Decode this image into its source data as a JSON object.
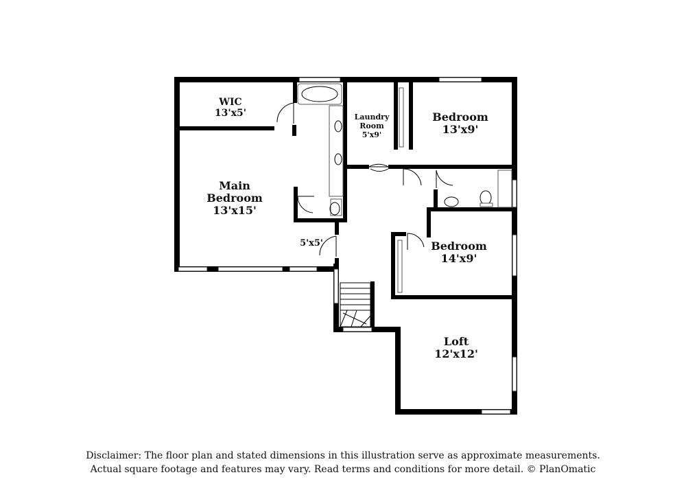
{
  "rooms": {
    "wic": {
      "name": "WIC",
      "dims": "13'x5'"
    },
    "laundry": {
      "name_line1": "Laundry",
      "name_line2": "Room",
      "dims": "5'x9'"
    },
    "bedroom_top": {
      "name": "Bedroom",
      "dims": "13'x9'"
    },
    "main_bedroom": {
      "name_line1": "Main",
      "name_line2": "Bedroom",
      "dims": "13'x15'"
    },
    "hall_closet": {
      "dims": "5'x5'"
    },
    "bedroom_middle": {
      "name": "Bedroom",
      "dims": "14'x9'"
    },
    "loft": {
      "name": "Loft",
      "dims": "12'x12'"
    }
  },
  "disclaimer": {
    "line1": "Disclaimer: The floor plan and stated dimensions in this illustration serve as approximate measurements.",
    "line2": "Actual square footage and features may vary. Read terms and conditions for more detail. © PlanOmatic"
  }
}
